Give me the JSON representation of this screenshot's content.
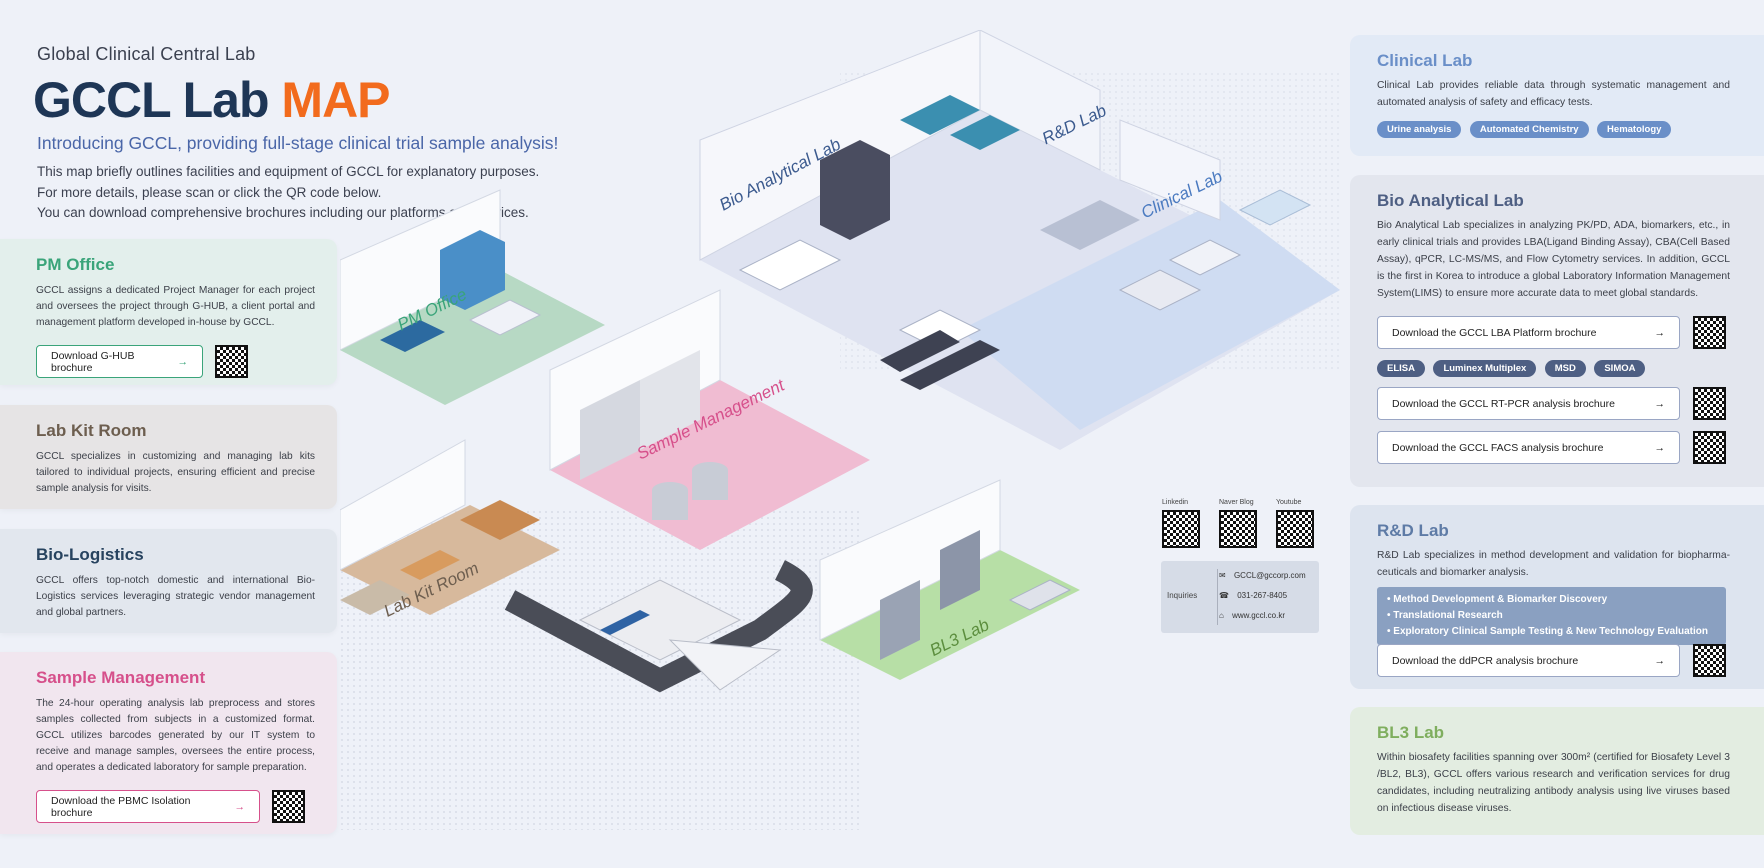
{
  "header": {
    "subtitle": "Global Clinical Central Lab",
    "title_part1": "GCCL Lab ",
    "title_part2": "MAP",
    "intro_heading": "Introducing GCCL, providing full-stage clinical trial sample analysis!",
    "intro_lines": [
      "This map briefly outlines facilities and equipment of GCCL for explanatory purposes.",
      "For more details, please scan or click the QR code below.",
      "You can download comprehensive brochures including our platforms and services."
    ]
  },
  "left_cards": {
    "pm_office": {
      "title": "PM Office",
      "desc": "GCCL assigns a dedicated Project Manager for each project and oversees the project through G-HUB, a client portal and management platform developed in-house by GCCL.",
      "button": "Download G-HUB brochure",
      "color": "#3aa47a"
    },
    "lab_kit": {
      "title": "Lab Kit Room",
      "desc": "GCCL specializes in customizing and managing lab kits tailored to individual projects, ensuring efficient and precise sample analysis for visits.",
      "color": "#6d5e4f"
    },
    "bio_logistics": {
      "title": "Bio-Logistics",
      "desc": "GCCL offers top-notch domestic and international Bio-Logistics services leveraging strategic vendor management and global partners.",
      "color": "#27435f"
    },
    "sample_mgmt": {
      "title": "Sample Management",
      "desc": "The 24-hour operating analysis lab preprocess and stores samples collected from subjects in a customized format. GCCL utilizes barcodes generated by our IT system to receive and manage samples, oversees the entire process, and operates a dedicated laboratory for sample preparation.",
      "button": "Download the PBMC Isolation brochure",
      "color": "#d6508b"
    }
  },
  "right_cards": {
    "clinical": {
      "title": "Clinical Lab",
      "desc": "Clinical Lab provides reliable data through systematic management and automated analysis of safety and efficacy tests.",
      "pills": [
        "Urine analysis",
        "Automated Chemistry",
        "Hematology"
      ],
      "color": "#6a8fc8"
    },
    "bio_analytical": {
      "title": "Bio Analytical Lab",
      "desc": "Bio Analytical Lab specializes in analyzing PK/PD, ADA, biomarkers, etc., in early clinical trials and provides LBA(Ligand Binding Assay), CBA(Cell Based Assay), qPCR, LC-MS/MS, and Flow Cytometry services. In addition, GCCL is the first in Korea to introduce a global Laboratory Information Management System(LIMS) to ensure more accurate data to meet global standards.",
      "button1": "Download the GCCL LBA Platform brochure",
      "pills": [
        "ELISA",
        "Luminex Multiplex",
        "MSD",
        "SIMOA"
      ],
      "button2": "Download the GCCL RT-PCR analysis brochure",
      "button3": "Download the GCCL FACS analysis brochure",
      "color": "#4e5f83"
    },
    "rnd": {
      "title": "R&D Lab",
      "desc": "R&D Lab specializes in method development and validation for biopharma-ceuticals and biomarker analysis.",
      "bullets": [
        "Method Development & Biomarker Discovery",
        "Translational Research",
        "Exploratory Clinical Sample Testing & New Technology Evaluation"
      ],
      "button": "Download the ddPCR analysis brochure",
      "color": "#5e7ba6"
    },
    "bl3": {
      "title": "BL3 Lab",
      "desc": "Within biosafety facilities spanning over 300m² (certified for Biosafety Level 3 /BL2, BL3), GCCL offers various research and verification services for drug candidates, including neutralizing antibody analysis using live viruses based on infectious disease viruses.",
      "color": "#7fae5e"
    }
  },
  "rooms": {
    "bio_analytical": "Bio Analytical Lab",
    "rnd": "R&D Lab",
    "clinical": "Clinical Lab",
    "pm_office": "PM Office",
    "sample_mgmt": "Sample Management",
    "lab_kit": "Lab Kit Room",
    "bl3": "BL3 Lab"
  },
  "social": {
    "linkedin": "Linkedin",
    "naver": "Naver Blog",
    "youtube": "Youtube"
  },
  "contact": {
    "label": "Inquiries",
    "email": "GCCL@gccorp.com",
    "phone": "031-267-8405",
    "web": "www.gccl.co.kr"
  },
  "icons": {
    "arrow": "→",
    "email_icon": "envelope-icon",
    "phone_icon": "phone-icon",
    "home_icon": "home-icon"
  }
}
